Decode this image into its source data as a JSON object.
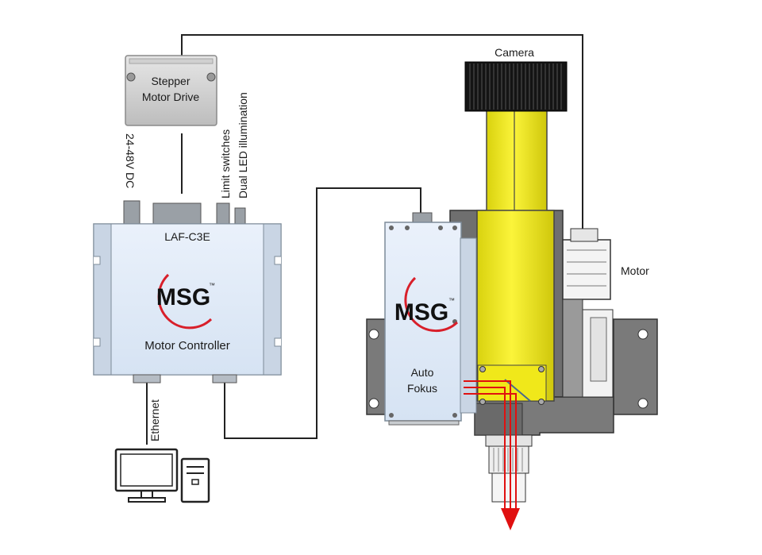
{
  "stepper": {
    "line1": "Stepper",
    "line2": "Motor Drive"
  },
  "controller": {
    "model": "LAF-C3E",
    "logo": "MSG",
    "tm": "™",
    "label": "Motor Controller"
  },
  "cables": {
    "power": "24-48V DC",
    "limit": "Limit switches",
    "led": "Dual LED illumination",
    "ethernet": "Ethernet"
  },
  "camera": {
    "label": "Camera"
  },
  "motor": {
    "label": "Motor"
  },
  "autofocus": {
    "logo": "MSG",
    "tm": "™",
    "line1": "Auto",
    "line2": "Fokus"
  },
  "colors": {
    "yellow": "#f2ea1c",
    "panel": "#dde8f6",
    "gray_body": "#7a7a7a",
    "laser": "#e01010"
  },
  "icons": [
    "computer-monitor-icon",
    "computer-tower-icon"
  ]
}
